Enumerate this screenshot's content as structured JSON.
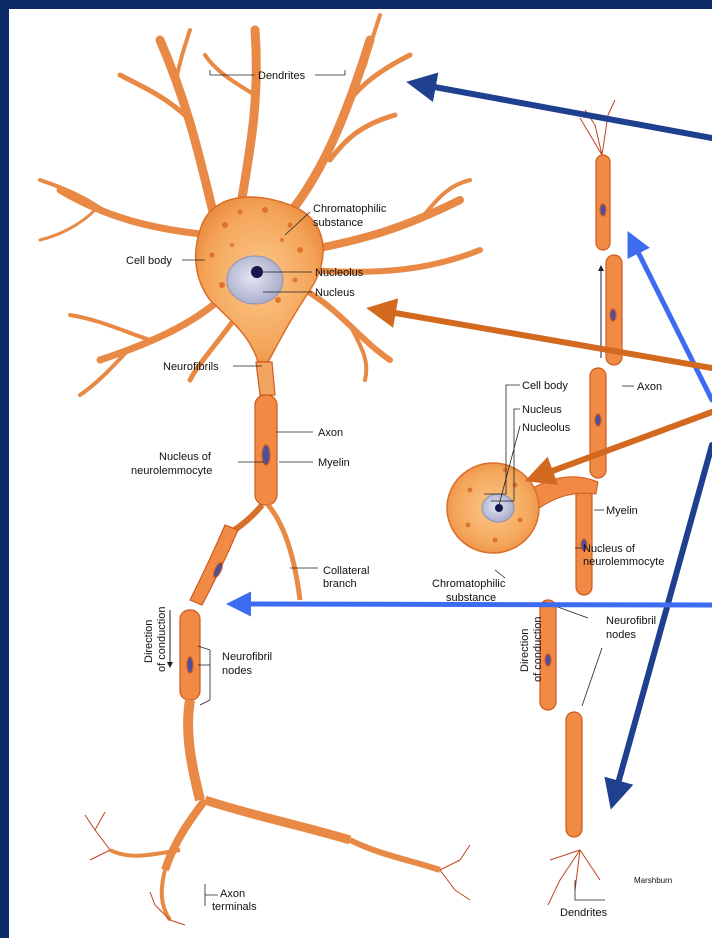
{
  "slide": {
    "background_color": "#0b2a66",
    "panel_color": "#ffffff"
  },
  "multipolar_neuron": {
    "labels": {
      "dendrites": "Dendrites",
      "chromatophilic_1": "Chromatophilic",
      "chromatophilic_2": "substance",
      "cell_body": "Cell body",
      "nucleolus": "Nucleolus",
      "nucleus": "Nucleus",
      "neurofibrils": "Neurofibrils",
      "axon": "Axon",
      "nucleus_of_1": "Nucleus of",
      "nucleus_of_2": "neurolemmocyte",
      "myelin": "Myelin",
      "collateral_1": "Collateral",
      "collateral_2": "branch",
      "direction_1": "Direction",
      "direction_2": "of conduction",
      "node_1": "Neurofibril",
      "node_2": "nodes",
      "terminals_1": "Axon",
      "terminals_2": "terminals"
    }
  },
  "unipolar_neuron": {
    "labels": {
      "axon": "Axon",
      "cell_body": "Cell body",
      "nucleus": "Nucleus",
      "nucleolus": "Nucleolus",
      "myelin": "Myelin",
      "nucleus_of_1": "Nucleus of",
      "nucleus_of_2": "neurolemmocyte",
      "chromatophilic_1": "Chromatophilic",
      "chromatophilic_2": "substance",
      "direction_1": "Direction",
      "direction_2": "of conduction",
      "node_1": "Neurofibril",
      "node_2": "nodes",
      "dendrites": "Dendrites",
      "credit": "Marshburn"
    }
  },
  "pointer_arrows": {
    "dark_blue": "#1f3f8f",
    "light_blue": "#3d6cf0",
    "orange": "#d2691e"
  }
}
